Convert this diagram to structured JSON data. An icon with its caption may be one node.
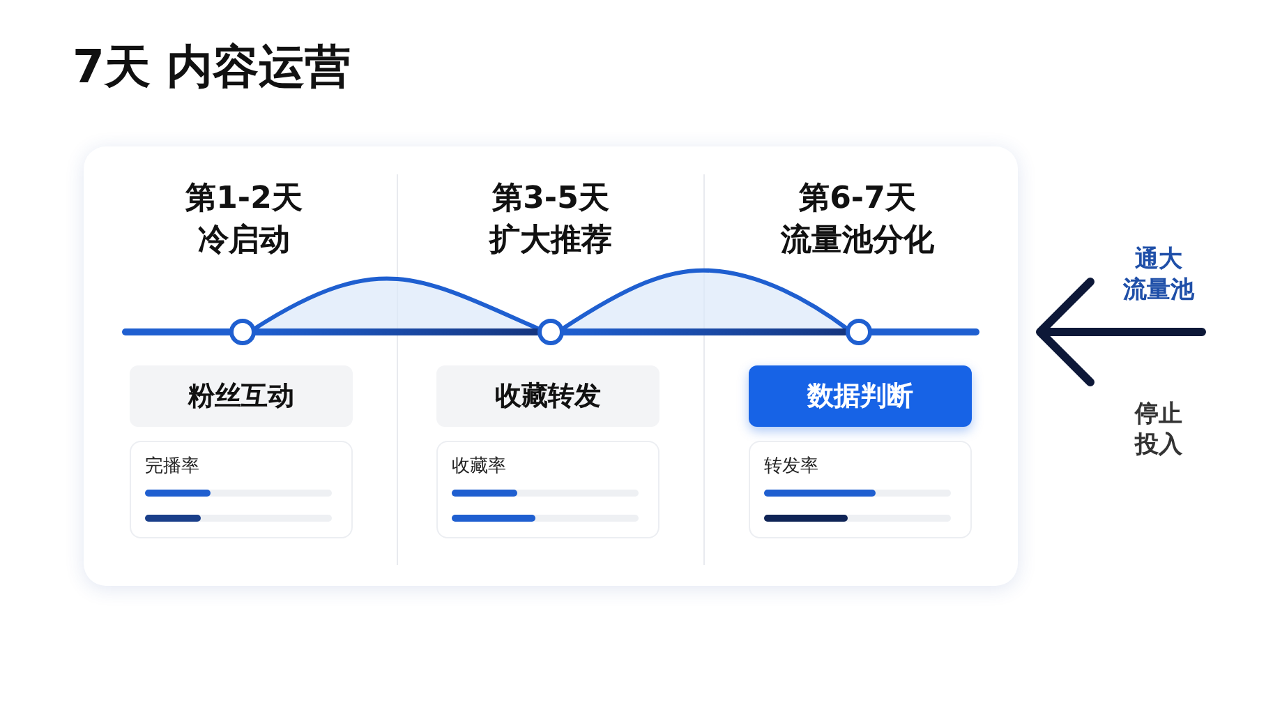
{
  "diagram": {
    "title": "7天 内容运营",
    "nodes": [
      {
        "text": [
          "第1-2天",
          "冷启动"
        ]
      },
      {
        "text": [
          "第3-5天",
          "扩大推荐"
        ]
      },
      {
        "text": [
          "第6-7天",
          "流量池分化"
        ]
      },
      {
        "text": [],
        "shape": "circle"
      },
      {
        "text": [],
        "shape": "circle"
      },
      {
        "text": [],
        "shape": "circle"
      },
      {
        "text": [
          "粉丝互动"
        ]
      },
      {
        "text": [
          "收藏转发"
        ]
      },
      {
        "text": [
          "数据判断"
        ]
      },
      {
        "text": [
          "完播率"
        ]
      },
      {
        "text": [
          "收藏率"
        ]
      },
      {
        "text": [
          "转发率"
        ]
      }
    ],
    "edges": [
      {
        "from": 3,
        "to": 4,
        "arrow": "none"
      },
      {
        "from": 4,
        "to": 5,
        "arrow": "none"
      }
    ],
    "labels": [
      "通大流量池",
      "停止投入"
    ]
  }
}
